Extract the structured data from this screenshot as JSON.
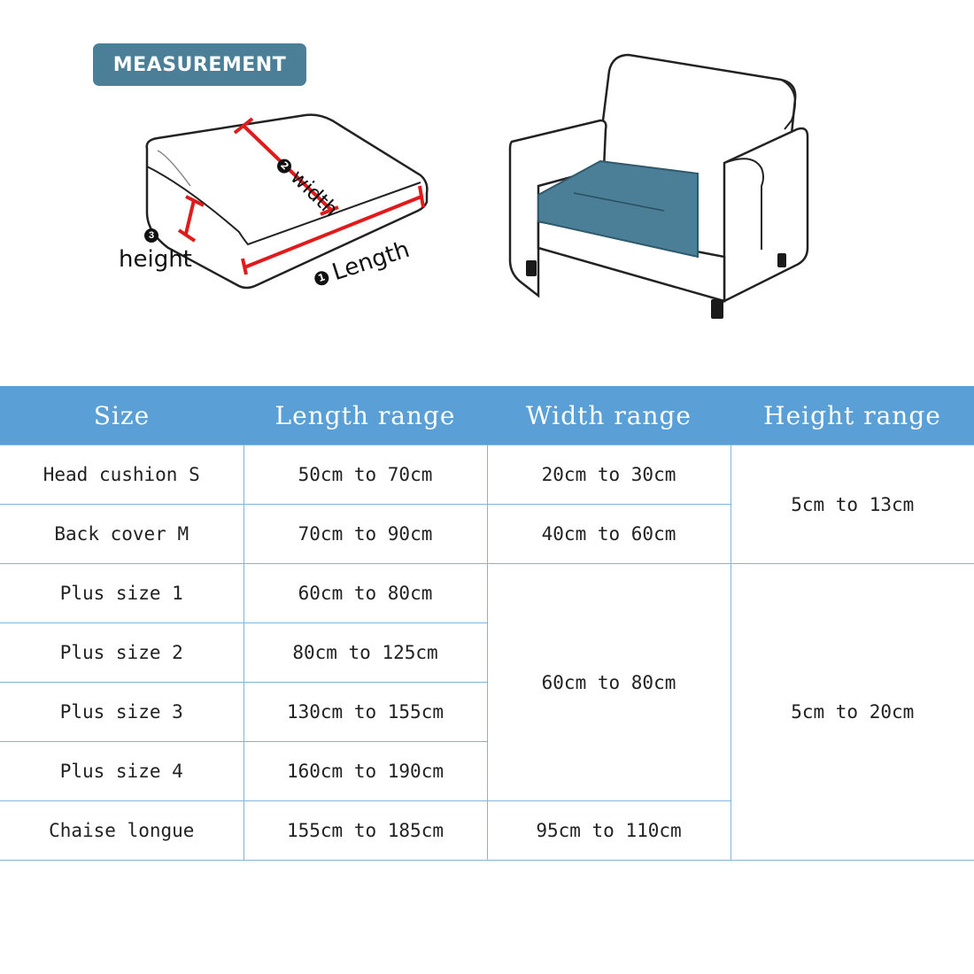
{
  "badge": "MEASUREMENT",
  "diagram": {
    "num1": "1",
    "num2": "2",
    "num3": "3",
    "width_label": "width",
    "length_label": "Length",
    "height_label": "height",
    "cushion_color": "#4a7f97",
    "marker_color": "#e01b1b"
  },
  "table": {
    "headers": [
      "Size",
      "Length range",
      "Width range",
      "Height range"
    ],
    "rows": [
      {
        "size": "Head cushion S",
        "length": "50cm to 70cm",
        "width": "20cm to 30cm"
      },
      {
        "size": "Back cover M",
        "length": "70cm to 90cm",
        "width": "40cm to 60cm"
      },
      {
        "size": "Plus size 1",
        "length": "60cm to 80cm"
      },
      {
        "size": "Plus size 2",
        "length": "80cm to 125cm"
      },
      {
        "size": "Plus size 3",
        "length": "130cm to 155cm"
      },
      {
        "size": "Plus size 4",
        "length": "160cm to 190cm"
      },
      {
        "size": "Chaise longue",
        "length": "155cm to 185cm",
        "width": "95cm to 110cm"
      }
    ],
    "merged": {
      "width_plus": "60cm to 80cm",
      "height_small": "5cm to 13cm",
      "height_large": "5cm to 20cm"
    }
  }
}
